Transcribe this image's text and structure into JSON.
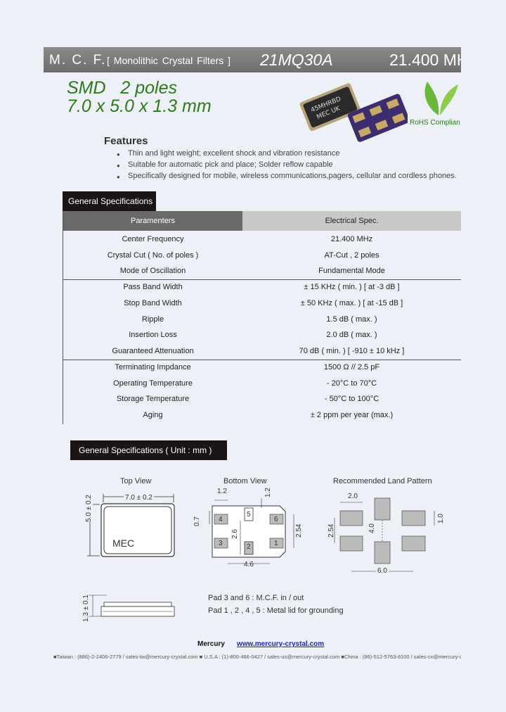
{
  "header": {
    "brand": "M. C. F.",
    "subtitle": "[ Monolithic Crystal Filters ]",
    "model": "21MQ30A",
    "frequency": "21.400 MH"
  },
  "product": {
    "line1": "SMD   2 poles",
    "line2": "7.0 x 5.0 x 1.3 mm",
    "rohs": "RoHS Complian",
    "chip_marking_line1": "45MHRBD",
    "chip_marking_line2": "MEC UK"
  },
  "features": {
    "title": "Features",
    "items": [
      "Thin and light weight; excellent shock and vibration resistance",
      "Suitable for automatic pick and place; Solder reflow capable",
      "Specifically designed for mobile, wireless communications,pagers, cellular and cordless phones."
    ]
  },
  "general_specs": {
    "title": "General Specifications",
    "col_param": "Paramenters",
    "col_spec": "Electrical  Spec.",
    "rows": [
      {
        "param": "Center  Frequency",
        "spec": "21.400 MHz"
      },
      {
        "param": "Crystal Cut ( No. of poles )",
        "spec": "AT-Cut  ,  2 poles"
      },
      {
        "param": "Mode of Oscillation",
        "spec": "Fundamental Mode"
      },
      {
        "param": "Pass  Band  Width",
        "spec": "± 15 KHz  ( min. )  [  at  -3 dB   ]"
      },
      {
        "param": "Stop  Band  Width",
        "spec": "± 50 KHz  ( max. )  [  at  -15 dB   ]"
      },
      {
        "param": "Ripple",
        "spec": "1.5 dB  ( max. )"
      },
      {
        "param": "Insertion  Loss",
        "spec": "2.0 dB  ( max. )"
      },
      {
        "param": "Guaranteed  Attenuation",
        "spec": "70 dB  ( min. )  [  -910 ± 10 kHz   ]"
      },
      {
        "param": "Terminating  Impdance",
        "spec": "1500 Ω   //   2.5 pF"
      },
      {
        "param": "Operating Temperature",
        "spec": "- 20°C to 70°C"
      },
      {
        "param": "Storage Temperature",
        "spec": "- 50°C to 100°C"
      },
      {
        "param": "Aging",
        "spec": "± 2 ppm per year (max.)"
      }
    ]
  },
  "dimensions": {
    "title": "General Specifications     ( Unit : mm )",
    "top_view": {
      "label": "Top View",
      "width": "7.0 ± 0.2",
      "height": "5.0 ± 0.2",
      "marking": "MEC"
    },
    "bottom_view": {
      "label": "Bottom View",
      "d_pad_w": "1.2",
      "d_gap": "1.2",
      "d_pad_h": "0.7",
      "d_mid": "2.6",
      "d_pitch": "2.54",
      "d_span": "4.6",
      "pads": [
        "4",
        "5",
        "6",
        "3",
        "2",
        "1"
      ]
    },
    "land_pattern": {
      "label": "Recommended Land Pattern",
      "d_top": "2.0",
      "d_left": "2.54",
      "d_mid": "4.0",
      "d_right": "1.0",
      "d_bottom": "6.0"
    },
    "side_view": {
      "height": "1.3 ± 0.1"
    },
    "notes": [
      "Pad 3 and 6 : M.C.F. in / out",
      "Pad 1 , 2 , 4 , 5 : Metal lid for grounding"
    ]
  },
  "footer": {
    "company": "Mercury",
    "website": "www.mercury-crystal.com",
    "contacts": "■Taiwan : (886)-2-2406-2779 / sales-tw@mercury-crystal.com  ■ U.S.A : (1)-800-466-0427 / sales-us@mercury-crystal.com  ■China : (86)-512-5763-8100 / sales-cn@mercury-c"
  },
  "colors": {
    "accent_green": "#2c7a18",
    "header_gray": "#7a7a7a",
    "tab_dark": "#1b1414",
    "page_bg": "#eef0f8"
  }
}
